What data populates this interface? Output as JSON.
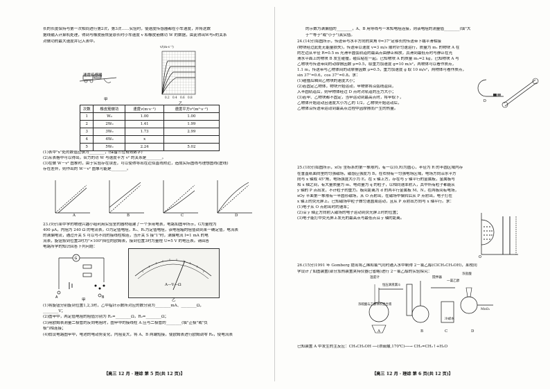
{
  "left": {
    "intro": [
      "长的长度保持与第一次相同进行第2次，第3次……实验时，使速度传感器都在小车速度，并将这数",
      "据线输入计算机处理，得到与橡皮筋恢复原长时小车速度 v 和橡皮筋做功 W 的数据，由此得出W与v的关系",
      "对做功的最大速度并记入表中。"
    ],
    "graph": {
      "ylabel": "v/(m·s⁻¹)",
      "ticks": [
        "0.2",
        "0.4",
        "0.6",
        "0.8"
      ],
      "zlabel": "乙"
    },
    "sensor_label": "速度传感器",
    "fig_jia": "甲",
    "table": {
      "headers": [
        "次数",
        "橡皮筋做功",
        "速度v(m·s⁻¹)",
        "速度平方v²(m²·s⁻²)"
      ],
      "rows": [
        [
          "1",
          "W₀",
          "1.00",
          "1.00"
        ],
        [
          "2",
          "2W₀",
          "1.41",
          "1.99"
        ],
        [
          "3",
          "3W₀",
          "1.73",
          "2.99"
        ],
        [
          "4",
          "4W₀",
          "x",
          ""
        ],
        [
          "5",
          "5W₀",
          "2.24",
          "5.02"
        ]
      ]
    },
    "q22_lines": [
      "(1)表中\"x\"处的数值应该为________，(保留三位有效数字)",
      "(2)从表格中可以得出，合力的功 W 与速度平方 v² 的关系是________。",
      "(3)在做 W－v² 图象时，由于实验存在误差，可以使得导出在近似直线附近，造成实际图线与理想图线(虚线)",
      "   存在差异，则作出的 W－v² 图象可能是________。"
    ],
    "options": [
      "A",
      "B",
      "C",
      "D"
    ],
    "q23_header": "23.(9分)某中学的物理兴趣小组利用实验室的器材组建了一个多用电表，电路如图甲所示，G为量程为",
    "q23_lines": [
      "400 μA，内阻为 240 Ω 的电流表，O为定值电阻，R₁、R₂为定值电阻，该电阻箱的阻值调到某一确定值，电流表",
      "的满偏电流，通过开关 S 可以与不同的接线柱相连，当开关 S 接\"1\"时，满偏电流 I=1 mA 的电",
      "流表，旋钮按到位置2时为\"×100\"挡位的欧姆表，接到位置3时为量程 U=5 V 的电压表。请回答",
      "电路所学的知识回答下列问题："
    ],
    "circuit_fig": "甲",
    "meter_fig": "乙",
    "meter_label": "A—V—Ω",
    "q23_answers": [
      "(1)将旋钮分别旋到位置1,2,3时，乙中指针示数所对应的数分别为________mA、________Ω，",
      "   ________V；",
      "(2)图甲中，两定值电阻的阻值分别为 R₁=________Ω，R₂=________Ω；",
      "(3)用欧姆表测量二极管的反向电阻时，图甲中的接线柱 A 应与二极管的________(填\"正极\"或\"负",
      "   极\")相连接；",
      "(4)假设电路图甲中，电池的电动势变化，内阻变大，将 A、B 两端短接，使欧姆表进行欧姆调零 R₀，使电流表"
    ],
    "footer": "【高三 12 月 · 理综   第 5 页(共 12 页)】"
  },
  "right": {
    "top_lines": [
      "的示数为满偏值的________，A、B 用导线与一未知电阻连接，则该电阻的测量值________(填\"大",
      "于\"\"等于\"或\"小于\")真实值。"
    ],
    "q24_header": "24.(14分)如图所示，传送带与水平方向的夹角 θ=37°足够长的传送带下端平滑相接",
    "q24_lines": [
      "(物块经过此处无能量损失)，传送带以速度 v=3 m/s 顺时针匀速运行，质量为 m₁ 的物块 A 在",
      "的左边从半径 R=0.5 m 光滑半圆弧轨道的最高点由静止释放，其滑到最低点时与静止在光",
      "滑水平面上的物块 B 发生碰撞，碰后粘在一起。已知物块 A 的质量 m₁=2 kg，已知物块 A 与",
      "乙物块与传送带间的动摩擦因数 μ=0.5，取重力加速度 g=10 m/s²，两物体可以看作质点，",
      "1.1 m，传送带与乙物体间的动摩擦因数 μ=0.5，重力加速度 g 取 10 m/s²，两物体可看作质点，",
      "sin 37°=0.6，cos 37°=0.8。求：",
      "(1)碰撞后瞬间乙物块的速度大小；",
      "(2)若固定乙物体，物块开始运动，甲物体将沿弧线返回，",
      "   入半圆轨道后，则甲物体经过 D 点时对轨道的压力大小；",
      "(3)若甲、乙物块都不固定，当甲运动到最高点时，将甲取下，",
      "   乙物体开始运动且速度大小为乙的 1/2，乙物块开始运动后，",
      "   乙物体沿传送带运动到最高点过程中因摩擦而产生的热量。"
    ],
    "q25_header": "25.(18分)如图所示，xOy 坐标系的第一象限内，有一以(0,R)为圆心，半径为 R 的半圆区域内存",
    "q25_lines": [
      "在垂直纸面向里的匀强磁场，磁感应强度为 B，在右侧有一匀强电场区域，电场方向沿水平方",
      "向与 x 轴成 45°角，电场强度大小为 E。在 x 轴上方，存在与 y 轴平行的金属板，金属板与",
      "和 x 轴之间，有大量质量为 m、电荷量为 q 的粒子，以相同速率射入，其中所有粒子都能从",
      "y 轴的 P 点出发，不计粒子的重力。板间距离为 d 的两平行金属板 M、N，在两板间有电场，",
      "xOy 平面第一象限有一半圆形磁场，从 O 点射出，在磁场中偏转后从 P 点射出，电子打在",
      "x 轴上的荧光屏上。已知磁场中粒子做匀速圆周运动，且从 P 点射出方向与 x 轴平行。求：",
      "(1)电子从 O 点射出时的速率；",
      "(2)沿 y 轴正方向射入磁场的电子运动到荧光屏上时的位置；",
      "(3)电子能打中荧光屏上发光的最高点与最低点沿 y 轴的距离。"
    ],
    "q26_header": "26.(15分)1991 年 Gomberg 提出将乙烯和氯气同时通入水中制得 2－氯乙醇(ClCH₂CH₂OH)，某校同",
    "q26_line2": "学设计了如图装置(部分加热装置夹持仪器已省略)进行 2－氯乙醇的实验探究：",
    "apparatus_labels": [
      "温度计",
      "搅拌器",
      "恒压滴液漏斗",
      "浓硫酸与乙醇体积混合液",
      "冷却水",
      "A",
      "B",
      "C",
      "D",
      "一氯乙醇",
      "MnO₂",
      "浓盐酸"
    ],
    "q26_bottom": "已知装置 A 中发生的主反应：CH₃CH₂OH ──(浓硫酸,170℃)──→ CH₂=CH₂↑+H₂O",
    "footer": "【高三 12 月 · 理综   第 6 页(共 12 页)】"
  }
}
